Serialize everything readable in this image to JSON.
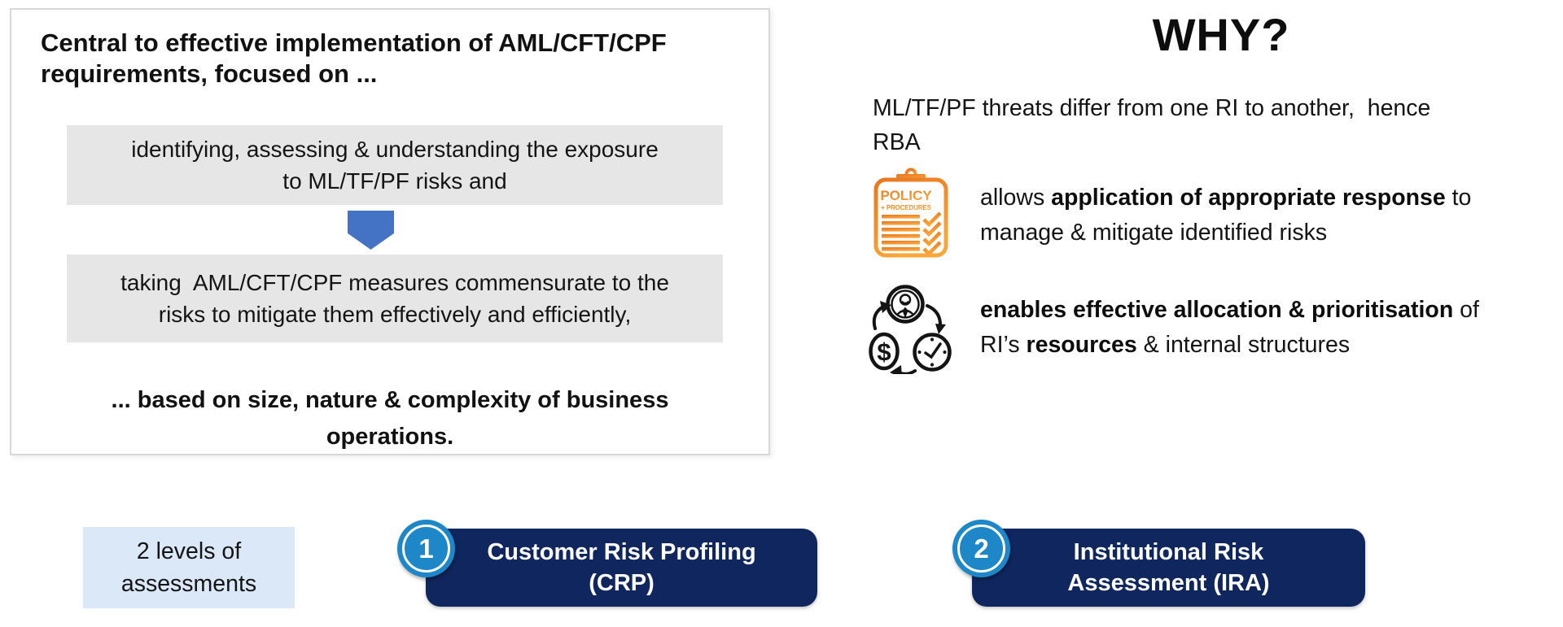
{
  "left_panel": {
    "title_lines": [
      "Central to effective implementation of AML/CFT/CPF",
      "requirements, focused on ..."
    ],
    "box1_lines": [
      "identifying, assessing & understanding the exposure",
      "to ML/TF/PF risks and"
    ],
    "box2_lines": [
      "taking  AML/CFT/CPF measures commensurate to the",
      "risks to mitigate them effectively and efficiently,"
    ],
    "footer_lines": [
      "... based on size, nature & complexity of business",
      "operations."
    ]
  },
  "why": {
    "title": "WHY?",
    "intro_lines": [
      "ML/TF/PF threats differ from one RI to another,  hence",
      "RBA"
    ],
    "benefit1": {
      "line1_pre": "allows ",
      "line1_bold": "application of appropriate response",
      "line1_post": " to",
      "line2": "manage & mitigate identified risks"
    },
    "benefit2": {
      "line1_bold": "enables effective allocation & prioritisation",
      "line1_post": " of",
      "line2_pre": "RI’s ",
      "line2_bold": "resources",
      "line2_post": " & internal structures"
    },
    "policy_icon_text": {
      "line1": "POLICY",
      "line2": "+ PROCEDURES"
    },
    "cycle_icon_dollar": "$"
  },
  "assessments": {
    "label_lines": [
      "2 levels of",
      "assessments"
    ],
    "items": [
      {
        "number": "1",
        "lines": [
          "Customer Risk Profiling",
          "(CRP)"
        ]
      },
      {
        "number": "2",
        "lines": [
          "Institutional Risk",
          "Assessment (IRA)"
        ]
      }
    ]
  },
  "colors": {
    "navy_badge": "#10265e",
    "number_circle_blue": "#1d87c8",
    "arrow_blue": "#4472c4",
    "gray_box": "#e7e6e6",
    "light_blue_box": "#dbe8f8",
    "policy_icon_orange_top": "#e8771f",
    "policy_icon_orange_bottom": "#f9a63a"
  }
}
